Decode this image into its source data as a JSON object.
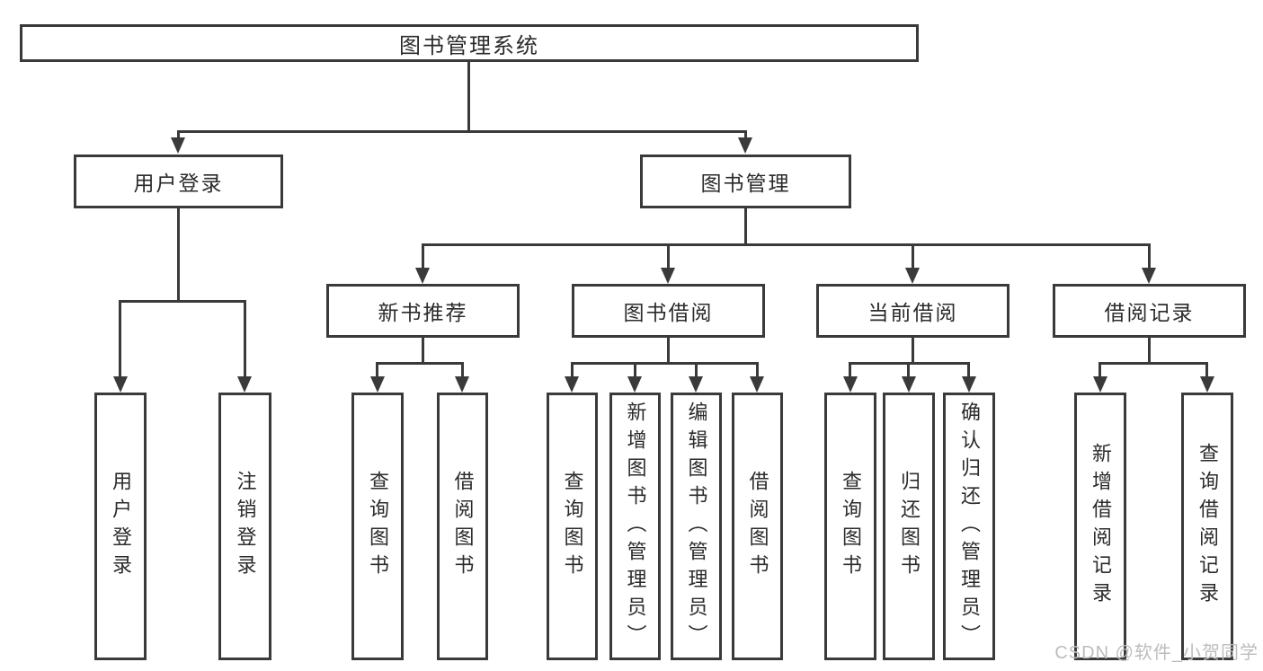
{
  "chart": {
    "root": "图书管理系统",
    "branches": [
      {
        "label": "用户登录",
        "children": [
          {
            "label": "用户登录"
          },
          {
            "label": "注销登录"
          }
        ]
      },
      {
        "label": "图书管理",
        "children": [
          {
            "label": "新书推荐",
            "children": [
              {
                "label": "查询图书"
              },
              {
                "label": "借阅图书"
              }
            ]
          },
          {
            "label": "图书借阅",
            "children": [
              {
                "label": "查询图书"
              },
              {
                "label": "新增图书（管理员）"
              },
              {
                "label": "编辑图书（管理员）"
              },
              {
                "label": "借阅图书"
              }
            ]
          },
          {
            "label": "当前借阅",
            "children": [
              {
                "label": "查询图书"
              },
              {
                "label": "归还图书"
              },
              {
                "label": "确认归还（管理员）"
              }
            ]
          },
          {
            "label": "借阅记录",
            "children": [
              {
                "label": "新增借阅记录"
              },
              {
                "label": "查询借阅记录"
              }
            ]
          }
        ]
      }
    ]
  },
  "watermark": {
    "text": "CSDN @软件_小贺同学"
  },
  "colors": {
    "line": "#3a3a3a",
    "text": "#2b2b2b",
    "watermark": "#bdbdbd",
    "background": "#ffffff"
  }
}
